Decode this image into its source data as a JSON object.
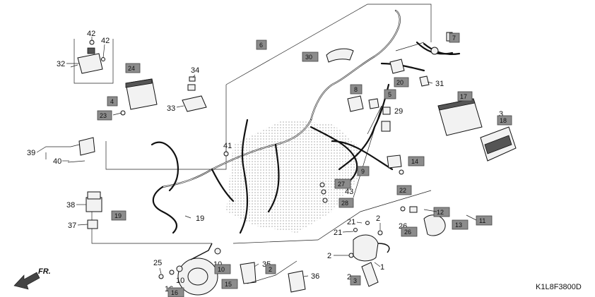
{
  "diagram_code": "K1L8F3800D",
  "direction_label": "FR.",
  "plain_labels": [
    {
      "t": "42"
    },
    {
      "t": "42"
    },
    {
      "t": "32"
    },
    {
      "t": "34"
    },
    {
      "t": "33"
    },
    {
      "t": "39"
    },
    {
      "t": "40"
    },
    {
      "t": "38"
    },
    {
      "t": "37"
    },
    {
      "t": "41"
    },
    {
      "t": "19"
    },
    {
      "t": "31"
    },
    {
      "t": "29"
    },
    {
      "t": "43"
    },
    {
      "t": "21"
    },
    {
      "t": "21"
    },
    {
      "t": "2"
    },
    {
      "t": "2"
    },
    {
      "t": "2"
    },
    {
      "t": "1"
    },
    {
      "t": "26"
    },
    {
      "t": "25"
    },
    {
      "t": "16"
    },
    {
      "t": "10"
    },
    {
      "t": "10"
    },
    {
      "t": "35"
    },
    {
      "t": "36"
    },
    {
      "t": "3"
    }
  ],
  "boxed_labels": [
    {
      "t": "6"
    },
    {
      "t": "7"
    },
    {
      "t": "30"
    },
    {
      "t": "24"
    },
    {
      "t": "4"
    },
    {
      "t": "23"
    },
    {
      "t": "20"
    },
    {
      "t": "8"
    },
    {
      "t": "5"
    },
    {
      "t": "17"
    },
    {
      "t": "18"
    },
    {
      "t": "9"
    },
    {
      "t": "14"
    },
    {
      "t": "27"
    },
    {
      "t": "22"
    },
    {
      "t": "28"
    },
    {
      "t": "12"
    },
    {
      "t": "13"
    },
    {
      "t": "11"
    },
    {
      "t": "26"
    },
    {
      "t": "19"
    },
    {
      "t": "10"
    },
    {
      "t": "15"
    },
    {
      "t": "2"
    },
    {
      "t": "3"
    },
    {
      "t": "16"
    }
  ]
}
